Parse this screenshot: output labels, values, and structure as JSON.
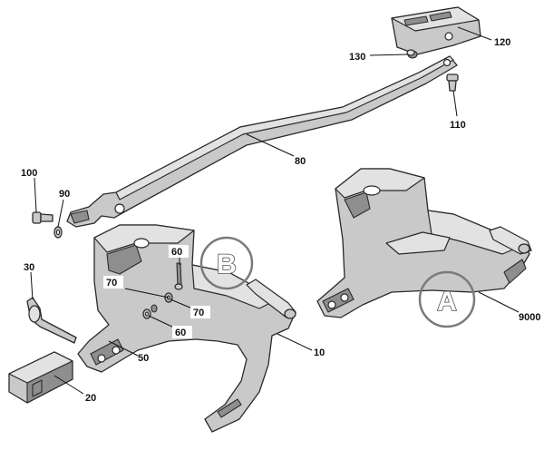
{
  "callouts": {
    "c120": "120",
    "c130": "130",
    "c110": "110",
    "c80": "80",
    "c100": "100",
    "c90": "90",
    "c60a": "60",
    "c70a": "70",
    "c70b": "70",
    "c60b": "60",
    "c30": "30",
    "c50": "50",
    "c10": "10",
    "c20": "20",
    "c9000": "9000"
  },
  "assemblies": {
    "a": "A",
    "b": "B"
  }
}
